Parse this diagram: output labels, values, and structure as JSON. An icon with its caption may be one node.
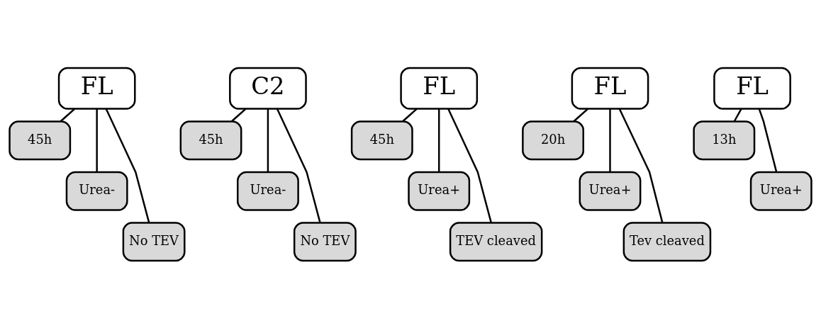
{
  "diagram": {
    "nodes": [
      {
        "text": [
          "FL"
        ]
      },
      {
        "text": [
          "45h"
        ]
      },
      {
        "text": [
          "Urea-"
        ]
      },
      {
        "text": [
          "No TEV"
        ]
      },
      {
        "text": [
          "C2"
        ]
      },
      {
        "text": [
          "45h"
        ]
      },
      {
        "text": [
          "Urea-"
        ]
      },
      {
        "text": [
          "No TEV"
        ]
      },
      {
        "text": [
          "FL"
        ]
      },
      {
        "text": [
          "45h"
        ]
      },
      {
        "text": [
          "Urea+"
        ]
      },
      {
        "text": [
          "TEV cleaved"
        ]
      },
      {
        "text": [
          "FL"
        ]
      },
      {
        "text": [
          "20h"
        ]
      },
      {
        "text": [
          "Urea+"
        ]
      },
      {
        "text": [
          "Tev cleaved"
        ]
      },
      {
        "text": [
          "FL"
        ]
      },
      {
        "text": [
          "13h"
        ]
      },
      {
        "text": [
          "Urea+"
        ]
      }
    ],
    "edges": [
      {
        "from": 0,
        "to": 1,
        "arrow": "none"
      },
      {
        "from": 0,
        "to": 2,
        "arrow": "none"
      },
      {
        "from": 0,
        "to": 3,
        "arrow": "none"
      },
      {
        "from": 4,
        "to": 5,
        "arrow": "none"
      },
      {
        "from": 4,
        "to": 6,
        "arrow": "none"
      },
      {
        "from": 4,
        "to": 7,
        "arrow": "none"
      },
      {
        "from": 8,
        "to": 9,
        "arrow": "none"
      },
      {
        "from": 8,
        "to": 10,
        "arrow": "none"
      },
      {
        "from": 8,
        "to": 11,
        "arrow": "none"
      },
      {
        "from": 12,
        "to": 13,
        "arrow": "none"
      },
      {
        "from": 12,
        "to": 14,
        "arrow": "none"
      },
      {
        "from": 12,
        "to": 15,
        "arrow": "none"
      },
      {
        "from": 16,
        "to": 17,
        "arrow": "none"
      },
      {
        "from": 16,
        "to": 18,
        "arrow": "none"
      }
    ]
  }
}
